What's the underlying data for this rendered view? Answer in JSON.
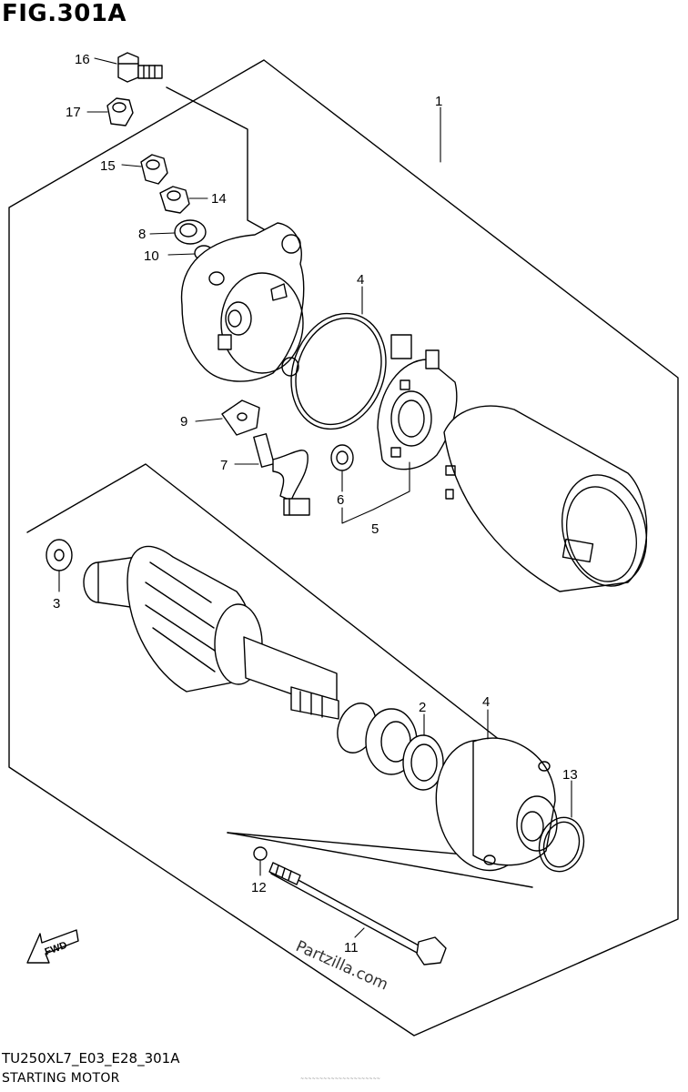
{
  "figure": {
    "title": "FIG.301A",
    "model_code": "TU250XL7_E03_E28_301A",
    "name": "STARTING MOTOR",
    "fwd_label": "FWD",
    "watermark": "Partzilla.com",
    "fine_print": "~~~~~~~~~~~~~~~~~~~~~"
  },
  "callouts": {
    "c1": "1",
    "c2": "2",
    "c3": "3",
    "c4a": "4",
    "c4b": "4",
    "c5": "5",
    "c6": "6",
    "c7": "7",
    "c8": "8",
    "c9": "9",
    "c10": "10",
    "c11": "11",
    "c12": "12",
    "c13": "13",
    "c14": "14",
    "c15": "15",
    "c16": "16",
    "c17": "17"
  }
}
